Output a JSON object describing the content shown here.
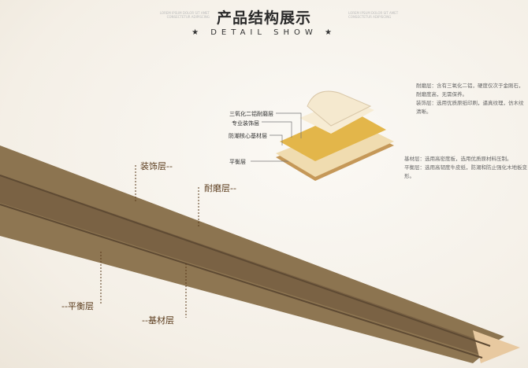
{
  "header": {
    "title": "产品结构展示",
    "subtitle": "DETAIL SHOW",
    "star": "★"
  },
  "diagram_labels": [
    "三氧化二铝耐磨层",
    "专业装饰层",
    "防潮核心基材层",
    "平衡层"
  ],
  "plank_labels": {
    "decor": "装饰层--",
    "wear": "耐磨层--",
    "balance": "--平衡层",
    "base": "--基材层"
  },
  "descriptions": [
    "耐磨层：含有三氧化二铝，硬度仅次于金刚石，耐磨度高，无需保养。",
    "装饰层：选用优质原纸印刷，逼真纹理，仿木纹清晰。",
    "基材层：选用高密度板，选用优质原材料压制。",
    "平衡层：选用高韧度牛皮纸，防潮和防止强化木地板变形。"
  ]
}
